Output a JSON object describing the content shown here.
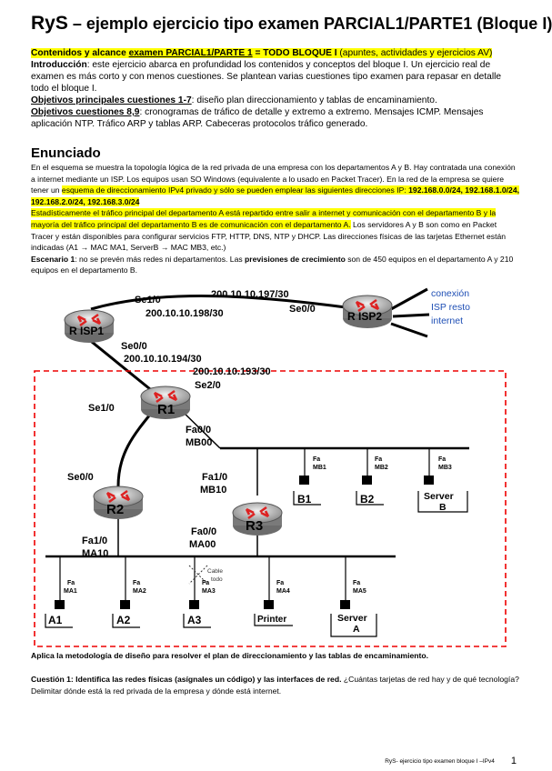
{
  "title": {
    "prefix": "RyS",
    "rest": " – ejemplo ejercicio tipo examen PARCIAL1/PARTE1 (Bloque I)"
  },
  "intro": {
    "contents_a": "Contenidos y alcance ",
    "contents_b": "examen PARCIAL1/PARTE 1",
    "contents_c": " = TODO BLOQUE I",
    "contents_d": " (apuntes, actividades y ejercicios AV)",
    "intro_label": "Introducción",
    "intro_text": ": este ejercicio abarca en profundidad los contenidos y conceptos del bloque I. Un ejercicio real de examen es más corto y con menos cuestiones. Se plantean varias cuestiones tipo examen para repasar en detalle todo el bloque I.",
    "obj1_label": "Objetivos principales cuestiones 1-7",
    "obj1_text": ": diseño plan direccionamiento y tablas de encaminamiento.",
    "obj2_label": "Objetivos cuestiones 8,9",
    "obj2_text": ": cronogramas de tráfico de detalle y extremo a extremo. Mensajes ICMP. Mensajes aplicación NTP. Tráfico ARP y tablas ARP. Cabeceras protocolos tráfico generado."
  },
  "enunciado": {
    "heading": "Enunciado",
    "p1": "En el esquema se muestra la topología lógica de la red privada de una empresa con los departamentos A y B. Hay contratada una conexión a internet mediante un ISP. Los equipos usan SO Windows (equivalente a lo usado en Packet Tracer). En la red de la empresa se quiere tener un ",
    "p1_hl": "esquema de direccionamiento IPv4 privado y sólo se pueden emplear las siguientes direcciones IP: ",
    "p1_hl_b": "192.168.0.0/24, 192.168.1.0/24, 192.168.2.0/24, 192.168.3.0/24",
    "p2_hl": "Estadísticamente el tráfico principal del departamento A está repartido entre salir a internet y comunicación con el departamento B y la mayoría del tráfico principal del departamento B es de comunicación con el departamento A.",
    "p2_rest": " Los servidores A y B son como en Packet Tracer y están disponibles para configurar servicios FTP, HTTP, DNS, NTP y DHCP. Las direcciones físicas de las tarjetas Ethernet están indicadas (A1 → MAC MA1, ServerB → MAC MB3, etc.)",
    "p3_label": "Escenario 1",
    "p3_a": ": no se prevén más redes ni departamentos. Las ",
    "p3_b": "previsiones de crecimiento",
    "p3_c": " son de 450 equipos en el departamento A y 210 equipos en el departamento B."
  },
  "diagram": {
    "routers": [
      "R ISP1",
      "R ISP2",
      "R1",
      "R2",
      "R3"
    ],
    "labels": {
      "isp1_se10": "Se1/0",
      "isp1_ip1": "200.10.10.198/30",
      "isp2_ip": "200.10.10.197/30",
      "isp2_se00": "Se0/0",
      "isp1_se00": "Se0/0",
      "isp1_ip2": "200.10.10.194/30",
      "r1_ip": "200.10.10.193/30",
      "r1_se20": "Se2/0",
      "r1_se10": "Se1/0",
      "r1_fa00": "Fa0/0",
      "r1_mb00": "MB00",
      "r2_se00": "Se0/0",
      "r2_fa10": "Fa1/0",
      "r2_ma10": "MA10",
      "r3_fa10": "Fa1/0",
      "r3_mb10": "MB10",
      "r3_fa00": "Fa0/0",
      "r3_ma00": "MA00",
      "cable": "Cable",
      "cable2": "todo",
      "conexion": "conexión",
      "isp_resto": "ISP resto",
      "internet": "internet"
    },
    "hosts_b": [
      {
        "fa": "Fa",
        "mac": "MB1",
        "name": "B1"
      },
      {
        "fa": "Fa",
        "mac": "MB2",
        "name": "B2"
      },
      {
        "fa": "Fa",
        "mac": "MB3",
        "name": "Server",
        "name2": "B"
      }
    ],
    "hosts_a": [
      {
        "fa": "Fa",
        "mac": "MA1",
        "name": "A1"
      },
      {
        "fa": "Fa",
        "mac": "MA2",
        "name": "A2"
      },
      {
        "fa": "Fa",
        "mac": "MA3",
        "name": "A3"
      },
      {
        "fa": "Fa",
        "mac": "MA4",
        "name": "Printer"
      },
      {
        "fa": "Fa",
        "mac": "MA5",
        "name": "Server",
        "name2": "A"
      }
    ]
  },
  "after": {
    "apply": "Aplica la metodología de diseño para resolver el plan de direccionamiento y las tablas de encaminamiento.",
    "q1_label": "Cuestión 1: Identifica las redes físicas (asígnales un código) y las interfaces de red.",
    "q1_text": " ¿Cuántas tarjetas de red hay y de qué tecnología? Delimitar dónde está la red privada de la empresa y dónde está internet."
  },
  "footer": {
    "text": "RyS- ejercicio tipo examen bloque I –IPv4",
    "page": "1"
  }
}
